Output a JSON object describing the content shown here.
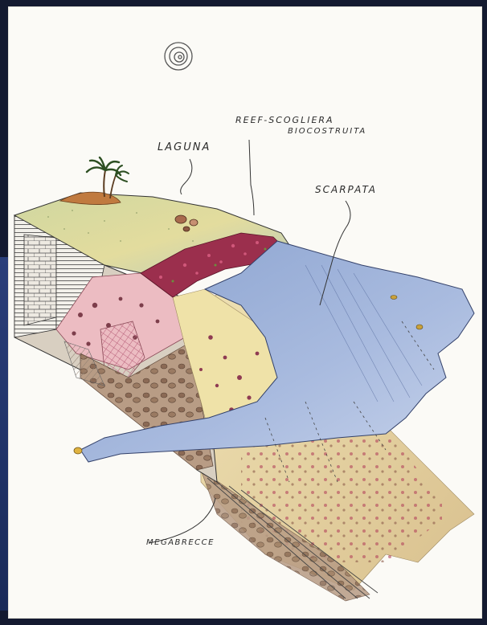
{
  "labels": {
    "laguna": "LAGUNA",
    "reef_line1": "REEF-SCOGLIERA",
    "reef_line2": "BIOCOSTRUITA",
    "scarpata": "SCARPATA",
    "megabrecce": "MEGABRECCE"
  },
  "colors": {
    "paper": "#fbfaf6",
    "lagoon_top": "#d9dfa6",
    "reef": "#9b2f4d",
    "water": "#9fb3da",
    "slope_sediment": "#e8d6a8",
    "wall_pink": "#e9b8be",
    "ink": "#2b2b2b"
  },
  "icons": {
    "sun": "spiral-sun-icon",
    "palm": "palm-tree-icon"
  }
}
